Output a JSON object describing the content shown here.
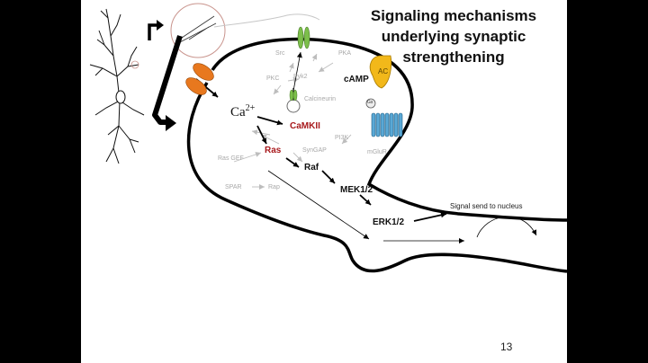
{
  "slide": {
    "title_lines": [
      "Signaling mechanisms",
      "underlying synaptic",
      "strengthening"
    ],
    "page_number": "13"
  },
  "labels": {
    "calcium": "Ca",
    "calcium_charge": "2+",
    "camkii": "CaMKII",
    "ras": "Ras",
    "raf": "Raf",
    "mek": "MEK1/2",
    "erk": "ERK1/2",
    "camp": "cAMP",
    "ac": "AC",
    "gs": "Gs",
    "signal": "Signal send to nucleus",
    "src": "Src",
    "pyk2": "Pyk2",
    "pka": "PKA",
    "pkc": "PKC",
    "calcineurin": "Calcineurin",
    "pi3k": "PI3K",
    "syngap": "SynGAP",
    "mglur": "mGluR",
    "rasgef": "Ras GEF",
    "spar": "SPAR",
    "rap": "Rap"
  },
  "colors": {
    "slide_bg": "#ffffff",
    "outer_bg": "#000000",
    "nmda_orange": "#e8781e",
    "ampa_green": "#7cbf4a",
    "ac_yellow": "#f2b81a",
    "receptor_blue": "#5aa9d6",
    "highlight_red": "#a8191c",
    "faded_gray": "#a8a8a8"
  }
}
